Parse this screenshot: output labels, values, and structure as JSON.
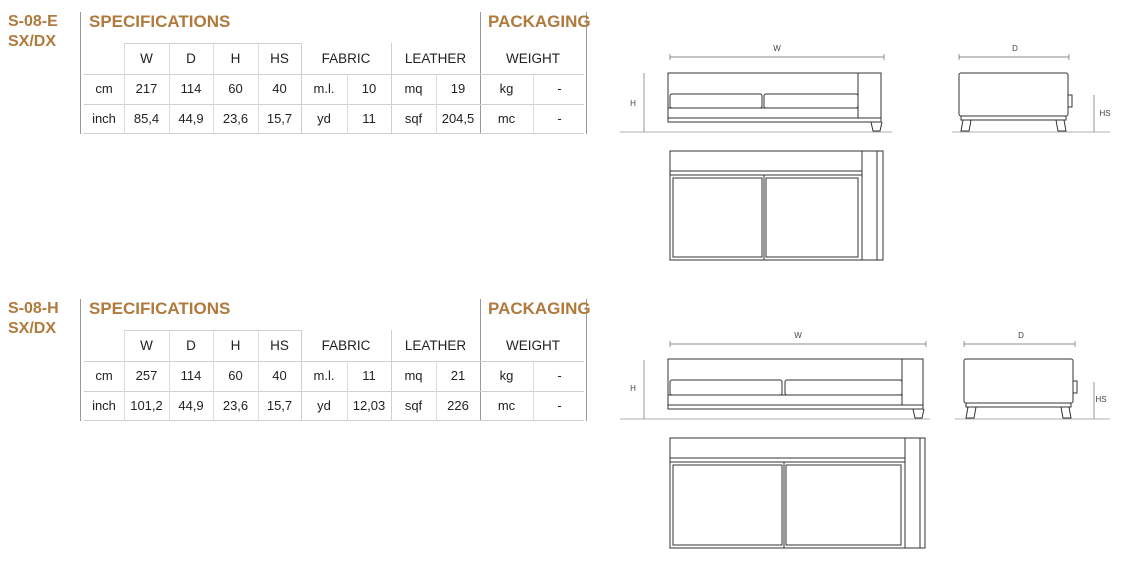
{
  "products": [
    {
      "code_line1": "S-08-E",
      "code_line2": "SX/DX",
      "specifications_title": "SPECIFICATIONS",
      "packaging_title": "PACKAGING",
      "headers": {
        "w": "W",
        "d": "D",
        "h": "H",
        "hs": "HS",
        "fabric": "FABRIC",
        "leather": "LEATHER",
        "weight": "WEIGHT"
      },
      "rows": [
        {
          "unit": "cm",
          "w": "217",
          "d": "114",
          "h": "60",
          "hs": "40",
          "fabric_unit": "m.l.",
          "fabric_val": "10",
          "leather_unit": "mq",
          "leather_val": "19",
          "weight_unit": "kg",
          "weight_val": "-"
        },
        {
          "unit": "inch",
          "w": "85,4",
          "d": "44,9",
          "h": "23,6",
          "hs": "15,7",
          "fabric_unit": "yd",
          "fabric_val": "11",
          "leather_unit": "sqf",
          "leather_val": "204,5",
          "weight_unit": "mc",
          "weight_val": "-"
        }
      ],
      "drawing_labels": {
        "w": "W",
        "d": "D",
        "h": "H",
        "hs": "HS"
      }
    },
    {
      "code_line1": "S-08-H",
      "code_line2": "SX/DX",
      "specifications_title": "SPECIFICATIONS",
      "packaging_title": "PACKAGING",
      "headers": {
        "w": "W",
        "d": "D",
        "h": "H",
        "hs": "HS",
        "fabric": "FABRIC",
        "leather": "LEATHER",
        "weight": "WEIGHT"
      },
      "rows": [
        {
          "unit": "cm",
          "w": "257",
          "d": "114",
          "h": "60",
          "hs": "40",
          "fabric_unit": "m.l.",
          "fabric_val": "11",
          "leather_unit": "mq",
          "leather_val": "21",
          "weight_unit": "kg",
          "weight_val": "-"
        },
        {
          "unit": "inch",
          "w": "101,2",
          "d": "44,9",
          "h": "23,6",
          "hs": "15,7",
          "fabric_unit": "yd",
          "fabric_val": "12,03",
          "leather_unit": "sqf",
          "leather_val": "226",
          "weight_unit": "mc",
          "weight_val": "-"
        }
      ],
      "drawing_labels": {
        "w": "W",
        "d": "D",
        "h": "H",
        "hs": "HS"
      }
    }
  ]
}
